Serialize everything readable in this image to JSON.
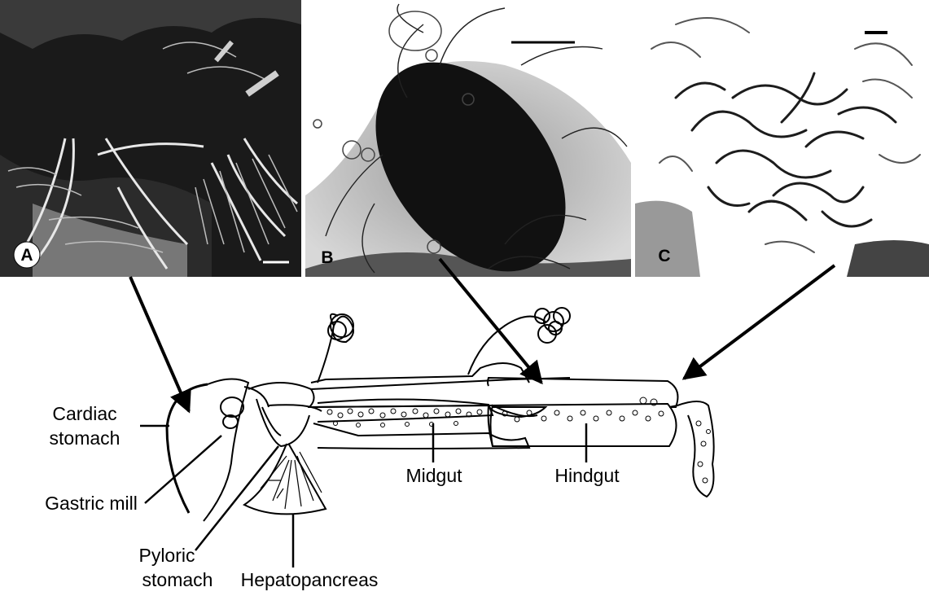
{
  "panels": [
    {
      "letter": "A"
    },
    {
      "letter": "B"
    },
    {
      "letter": "C"
    }
  ],
  "labels": {
    "cardiac_line1": "Cardiac",
    "cardiac_line2": "stomach",
    "gastric_mill": "Gastric mill",
    "pyloric_line1": "Pyloric",
    "pyloric_line2": "stomach",
    "hepatopancreas": "Hepatopancreas",
    "midgut": "Midgut",
    "hindgut": "Hindgut"
  },
  "colors": {
    "ink": "#000000",
    "paper": "#ffffff",
    "tissue_dark": "#141414",
    "tissue_mid": "#6e6e6e",
    "tissue_light": "#c8c8c8"
  }
}
